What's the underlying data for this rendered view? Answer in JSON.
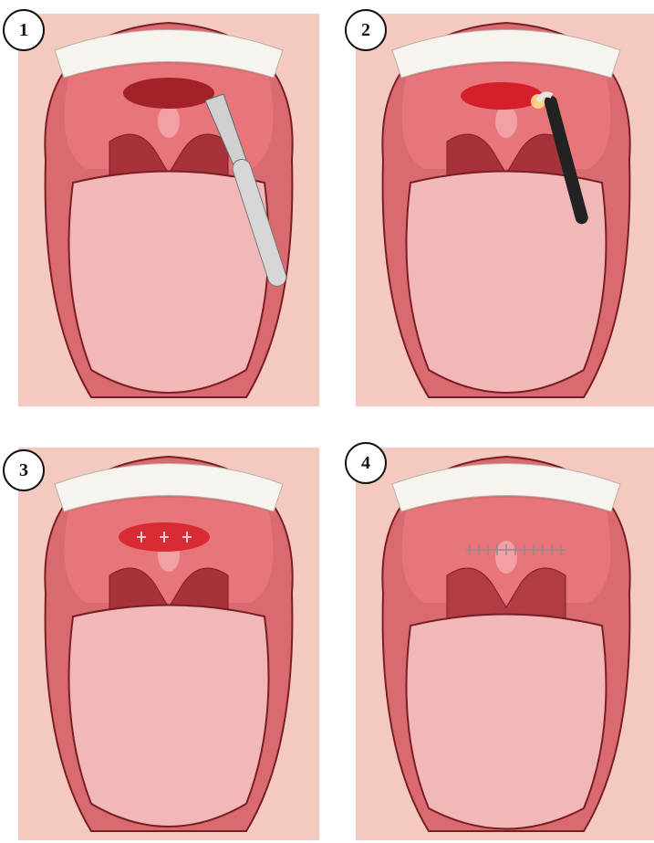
{
  "steps": [
    {
      "number": "1",
      "instrument": "scalpel",
      "incision_state": "marked"
    },
    {
      "number": "2",
      "instrument": "cautery-probe",
      "incision_state": "cauterized"
    },
    {
      "number": "3",
      "instrument": "none",
      "incision_state": "sutured"
    },
    {
      "number": "4",
      "instrument": "none",
      "incision_state": "healed-sutures"
    }
  ],
  "colors": {
    "skin": "#f4c9c0",
    "mouth_interior": "#e8757a",
    "throat": "#d73a45",
    "tongue": "#f2b8b8",
    "incision": "#c42a32",
    "teeth": "#f7f3ee",
    "outline": "#7a1e26"
  }
}
